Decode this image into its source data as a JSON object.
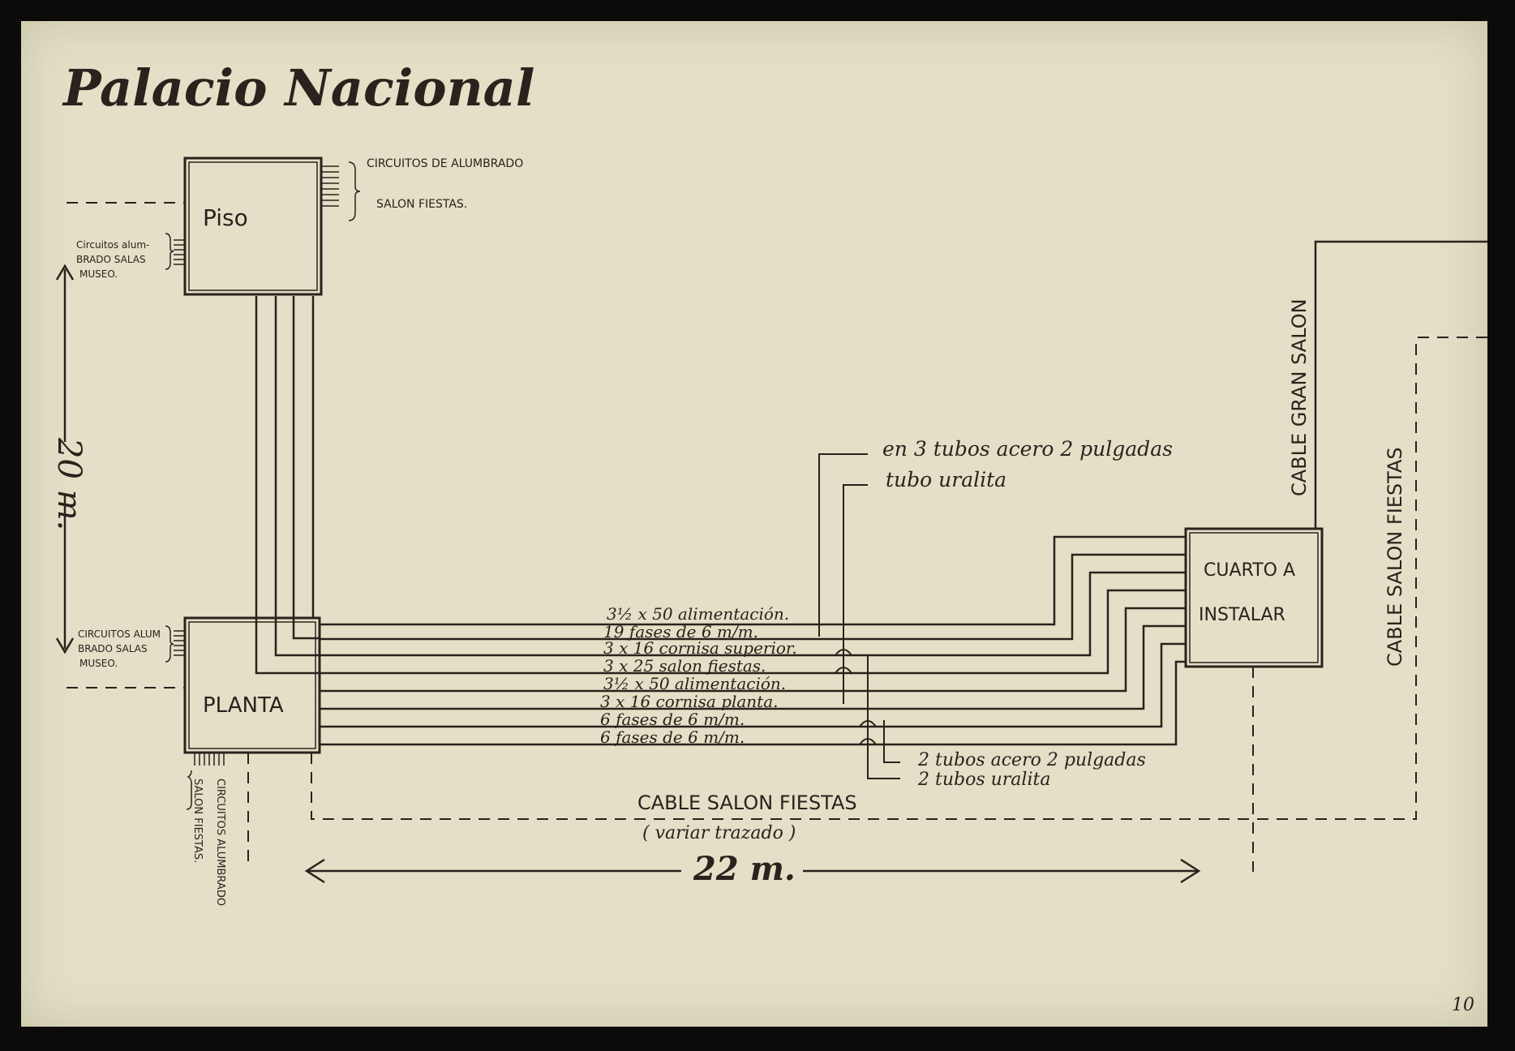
{
  "title": "Palacio Nacional",
  "rooms": {
    "piso": "Piso",
    "planta": "Planta",
    "cuarto_line1": "Cuarto a",
    "cuarto_line2": "instalar"
  },
  "labels": {
    "piso_circuits_line1": "Circuitos de alumbrado",
    "piso_circuits_line2": "salon fiestas.",
    "museo_upper_line1": "Circuitos alum-",
    "museo_upper_line2": "brado salas",
    "museo_upper_line3": "museo.",
    "museo_lower_line1": "Circuitos alum",
    "museo_lower_line2": "brado salas",
    "museo_lower_line3": "museo.",
    "planta_circuits_line1": "Circuitos alumbrado",
    "planta_circuits_line2": "salon fiestas.",
    "cable_gran_salon": "Cable Gran Salon",
    "cable_salon_fiestas_right": "Cable Salon Fiestas",
    "cable_salon_fiestas_bottom": "Cable Salon Fiestas",
    "variar_trazado": "( variar trazado )",
    "tubes_upper_line1": "en 3 tubos acero 2 pulgadas",
    "tubes_upper_line2": "tubo uralita",
    "tubes_lower_line1": "2 tubos acero 2 pulgadas",
    "tubes_lower_line2": "2 tubos uralita"
  },
  "cables": [
    "3½ x 50 alimentación.",
    "19 fases de 6 m/m.",
    "3 x 16 cornisa superior.",
    "3 x 25 salon fiestas.",
    "3½ x 50 alimentación.",
    "3 x 16 cornisa planta.",
    "6 fases de 6 m/m.",
    "6 fases de 6 m/m."
  ],
  "dimensions": {
    "vertical": "20 m.",
    "horizontal": "22 m."
  },
  "page_number": "10",
  "colors": {
    "paper": "#e3e0c7",
    "ink": "#2a221c",
    "frame": "#0d0b0a"
  }
}
